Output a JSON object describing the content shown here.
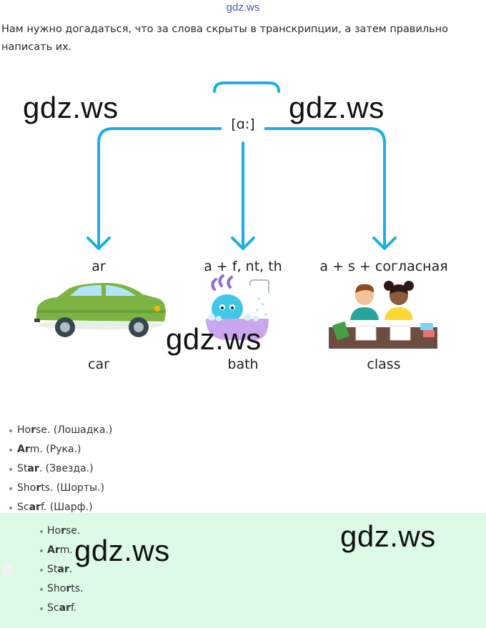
{
  "header": {
    "site_tag": "gdz.ws"
  },
  "intro_text": "Нам нужно догадаться, что за слова скрыты в транскрипции, а затем правильно написать их.",
  "watermark": "gdz.ws",
  "diagram": {
    "phoneme": "[ɑ:]",
    "branches": [
      {
        "rule": "ar",
        "example": "car",
        "picture": "green-car"
      },
      {
        "rule": "a + f, nt, th",
        "example": "bath",
        "picture": "monster-in-bathtub"
      },
      {
        "rule": "a + s + согласная",
        "example": "class",
        "picture": "children-at-desk"
      }
    ],
    "colors": {
      "arrow": "#1eaee6"
    }
  },
  "answers": [
    {
      "pre": "Ho",
      "bold": "r",
      "post": "se.",
      "tr": " (Лошадка.)"
    },
    {
      "pre": "",
      "bold": "Ar",
      "post": "m.",
      "tr": " (Рука.)"
    },
    {
      "pre": "St",
      "bold": "ar",
      "post": ".",
      "tr": " (Звезда.)"
    },
    {
      "pre": "Sho",
      "bold": "r",
      "post": "ts.",
      "tr": " (Шорты.)"
    },
    {
      "pre": "Sc",
      "bold": "ar",
      "post": "f.",
      "tr": " (Шарф.)"
    }
  ],
  "short_answers": [
    {
      "pre": "Ho",
      "bold": "r",
      "post": "se."
    },
    {
      "pre": "",
      "bold": "Ar",
      "post": "m."
    },
    {
      "pre": "St",
      "bold": "ar",
      "post": "."
    },
    {
      "pre": "Sho",
      "bold": "r",
      "post": "ts."
    },
    {
      "pre": "Sc",
      "bold": "ar",
      "post": "f."
    }
  ],
  "panel_color": "#dcfae5"
}
